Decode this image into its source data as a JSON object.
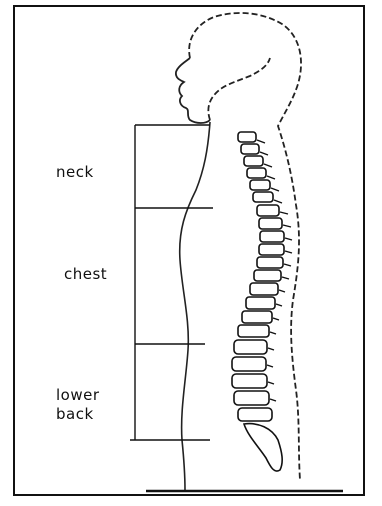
{
  "diagram": {
    "labels": {
      "neck": "neck",
      "chest": "chest",
      "lower_back_line1": "lower",
      "lower_back_line2": "back"
    }
  }
}
